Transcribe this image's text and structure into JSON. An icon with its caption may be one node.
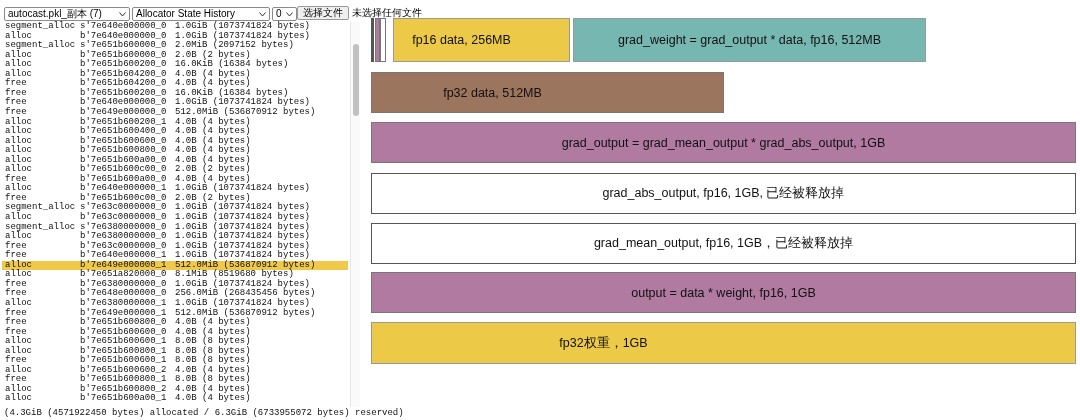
{
  "diagram": {
    "nodes": [
      {
        "text": [],
        "shape": "bar"
      },
      {
        "text": [],
        "shape": "bar"
      },
      {
        "text": [],
        "shape": "bar"
      },
      {
        "text": [
          "fp16 data, 256MB"
        ]
      },
      {
        "text": [
          "grad_weight = grad_output * data, fp16, 512MB"
        ]
      },
      {
        "text": [
          "fp32 data, 512MB"
        ]
      },
      {
        "text": [
          "grad_output = grad_mean_output * grad_abs_output, 1GB"
        ]
      },
      {
        "text": [
          "grad_abs_output, fp16, 1GB, 已经被释放掉"
        ]
      },
      {
        "text": [
          "grad_mean_output, fp16, 1GB，已经被释放掉"
        ]
      },
      {
        "text": [
          "output = data * weight, fp16, 1GB"
        ]
      },
      {
        "text": [
          "fp32权重，1GB"
        ]
      }
    ],
    "labels": [
      "autocast.pkl_副本 (7)",
      "Allocator State History",
      "0",
      "选择文件",
      "未选择任何文件",
      "segment_alloc",
      "s'7e640e000000_0",
      "1.0GiB (1073741824 bytes)",
      "alloc",
      "b'7e640e000000_0",
      "1.0GiB (1073741824 bytes)",
      "segment_alloc",
      "s'7e651b600000_0",
      "2.0MiB (2097152 bytes)",
      "alloc",
      "b'7e651b600000_0",
      "2.0B (2 bytes)",
      "alloc",
      "b'7e651b600200_0",
      "16.0KiB (16384 bytes)",
      "alloc",
      "b'7e651b604200_0",
      "4.0B (4 bytes)",
      "free",
      "b'7e651b604200_0",
      "4.0B (4 bytes)",
      "free",
      "b'7e651b600200_0",
      "16.0KiB (16384 bytes)",
      "free",
      "b'7e640e000000_0",
      "1.0GiB (1073741824 bytes)",
      "free",
      "b'7e649e000000_0",
      "512.0MiB (536870912 bytes)",
      "alloc",
      "b'7e651b600200_1",
      "4.0B (4 bytes)",
      "alloc",
      "b'7e651b600400_0",
      "4.0B (4 bytes)",
      "alloc",
      "b'7e651b600600_0",
      "4.0B (4 bytes)",
      "alloc",
      "b'7e651b600800_0",
      "4.0B (4 bytes)",
      "alloc",
      "b'7e651b600a00_0",
      "4.0B (4 bytes)",
      "alloc",
      "b'7e651b600c00_0",
      "2.0B (2 bytes)",
      "free",
      "b'7e651b600a00_0",
      "4.0B (4 bytes)",
      "alloc",
      "b'7e640e000000_1",
      "1.0GiB (1073741824 bytes)",
      "free",
      "b'7e651b600c00_0",
      "2.0B (2 bytes)",
      "segment_alloc",
      "s'7e63c0000000_0",
      "1.0GiB (1073741824 bytes)",
      "alloc",
      "b'7e63c0000000_0",
      "1.0GiB (1073741824 bytes)",
      "segment_alloc",
      "s'7e6380000000_0",
      "1.0GiB (1073741824 bytes)",
      "alloc",
      "b'7e6380000000_0",
      "1.0GiB (1073741824 bytes)",
      "free",
      "b'7e63c0000000_0",
      "1.0GiB (1073741824 bytes)",
      "free",
      "b'7e640e000000_1",
      "1.0GiB (1073741824 bytes)",
      "alloc",
      "b'7e649e000000_1",
      "512.0MiB (536870912 bytes)",
      "alloc",
      "b'7e651a820000_0",
      "8.1MiB (8519680 bytes)",
      "free",
      "b'7e6380000000_0",
      "1.0GiB (1073741824 bytes)",
      "free",
      "b'7e648e000000_0",
      "256.0MiB (268435456 bytes)",
      "alloc",
      "b'7e6380000000_1",
      "1.0GiB (1073741824 bytes)",
      "free",
      "b'7e649e000000_1",
      "512.0MiB (536870912 bytes)",
      "free",
      "b'7e651b600800_0",
      "4.0B (4 bytes)",
      "free",
      "b'7e651b600600_0",
      "4.0B (4 bytes)",
      "alloc",
      "b'7e651b600600_1",
      "8.0B (8 bytes)",
      "alloc",
      "b'7e651b600800_1",
      "8.0B (8 bytes)",
      "free",
      "b'7e651b600600_1",
      "8.0B (8 bytes)",
      "alloc",
      "b'7e651b600600_2",
      "4.0B (4 bytes)",
      "free",
      "b'7e651b600800_1",
      "8.0B (8 bytes)",
      "alloc",
      "b'7e651b600800_2",
      "4.0B (4 bytes)",
      "alloc",
      "b'7e651b600a00_1",
      "4.0B (4 bytes)",
      "(4.3GiB (4571922450 bytes) allocated / 6.3GiB (6733955072 bytes) reserved)"
    ]
  }
}
